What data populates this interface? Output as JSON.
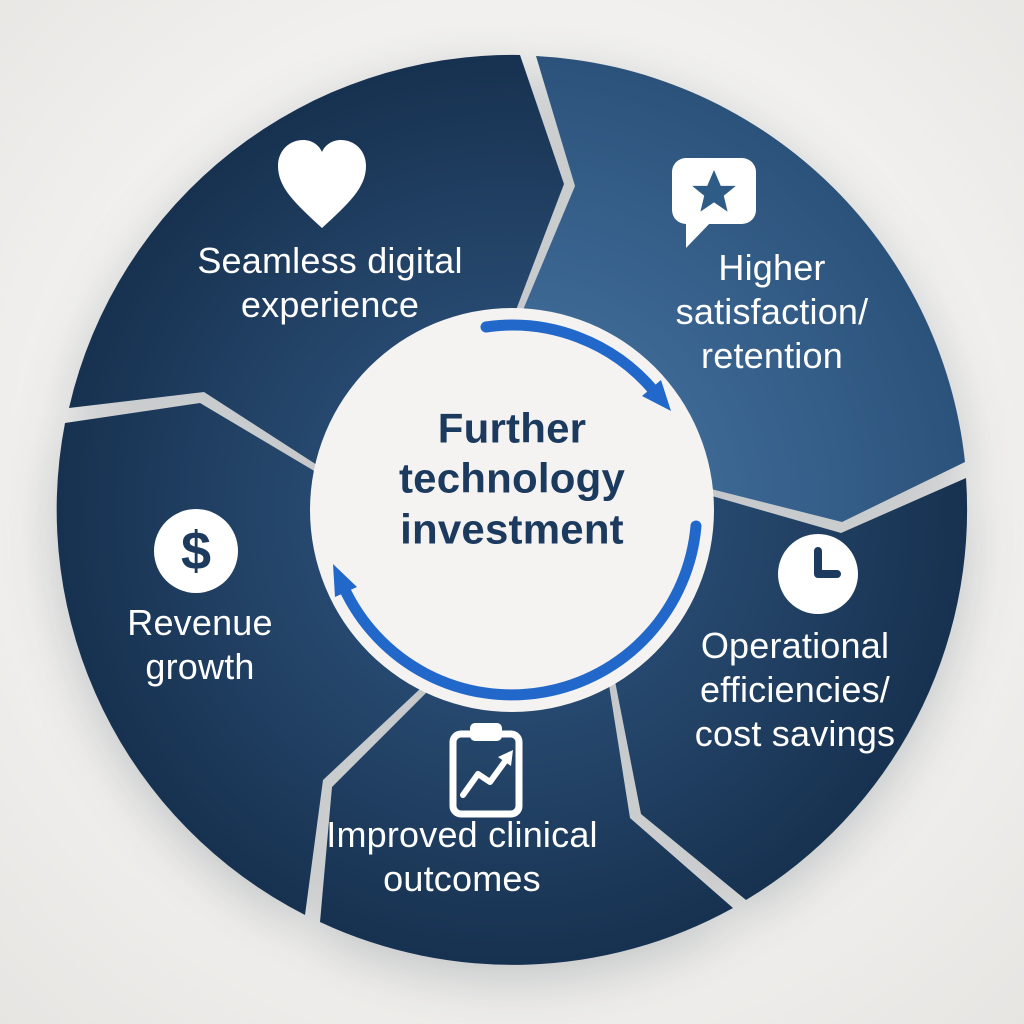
{
  "diagram": {
    "type": "cycle",
    "direction": "clockwise",
    "center": {
      "label": "Further technology investment",
      "label_lines": [
        "Further",
        "technology",
        "investment"
      ]
    },
    "segments": [
      {
        "name": "seamless-digital-experience",
        "label": "Seamless digital experience",
        "label_lines": [
          "Seamless digital",
          "experience"
        ],
        "icon": "heart-icon",
        "shade": "dark"
      },
      {
        "name": "higher-satisfaction-retention",
        "label": "Higher satisfaction/ retention",
        "label_lines": [
          "Higher",
          "satisfaction/",
          "retention"
        ],
        "icon": "speech-bubble-star-icon",
        "shade": "light"
      },
      {
        "name": "operational-efficiencies-cost-savings",
        "label": "Operational efficiencies/ cost savings",
        "label_lines": [
          "Operational",
          "efficiencies/",
          "cost savings"
        ],
        "icon": "clock-icon",
        "shade": "dark"
      },
      {
        "name": "improved-clinical-outcomes",
        "label": "Improved clinical outcomes",
        "label_lines": [
          "Improved clinical",
          "outcomes"
        ],
        "icon": "clipboard-trend-icon",
        "shade": "dark"
      },
      {
        "name": "revenue-growth",
        "label": "Revenue growth",
        "label_lines": [
          "Revenue",
          "growth"
        ],
        "icon": "dollar-icon",
        "shade": "dark"
      }
    ]
  },
  "icons": {
    "dollar_symbol": "$"
  },
  "colors": {
    "background": "#efeeec",
    "center_circle": "#f4f3f1",
    "segment_dark_inner": "#27496f",
    "segment_dark_outer": "#16304e",
    "segment_light_inner": "#3d6894",
    "segment_light_outer": "#2a5179",
    "star_fill": "#2f5b87",
    "icon_dark": "#1d3a5f",
    "arrow_blue": "#2268cb",
    "label_text": "#ffffff",
    "center_text": "#1c3a5e"
  }
}
